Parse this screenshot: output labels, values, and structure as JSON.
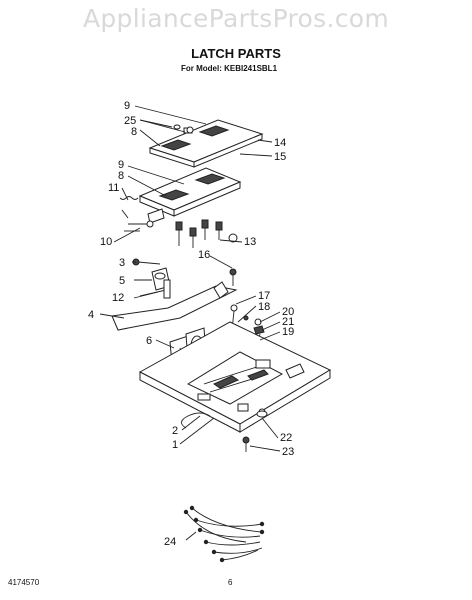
{
  "watermark": "AppliancePartsPros.com",
  "title": "LATCH PARTS",
  "subtitle": "For Model: KEBI241SBL1",
  "document_number": "4174570",
  "page_number": "6",
  "callouts": {
    "c1": "1",
    "c2": "2",
    "c3": "3",
    "c4": "4",
    "c5": "5",
    "c6": "6",
    "c8a": "8",
    "c8b": "8",
    "c9a": "9",
    "c9b": "9",
    "c10": "10",
    "c11": "11",
    "c12": "12",
    "c13": "13",
    "c14": "14",
    "c15": "15",
    "c16": "16",
    "c17": "17",
    "c18": "18",
    "c19": "19",
    "c20": "20",
    "c21": "21",
    "c22": "22",
    "c23": "23",
    "c24": "24",
    "c25": "25"
  }
}
